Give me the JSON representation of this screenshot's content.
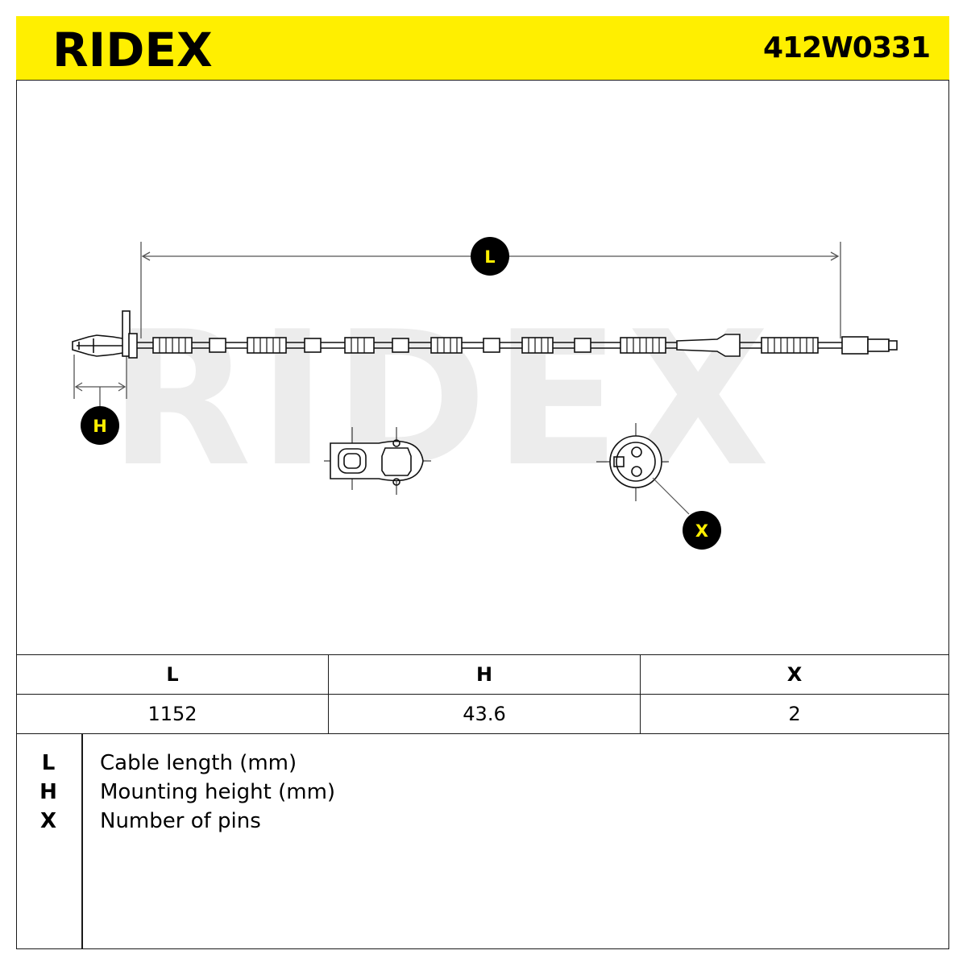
{
  "header": {
    "brand": "RIDEX",
    "part_number": "412W0331",
    "background_color": "#ffef00"
  },
  "drawing": {
    "watermark": "RIDEX",
    "badges": {
      "length": "L",
      "height": "H",
      "pins": "X"
    }
  },
  "spec_table": {
    "headers": [
      "L",
      "H",
      "X"
    ],
    "values": [
      "1152",
      "43.6",
      "2"
    ]
  },
  "legend": [
    {
      "key": "L",
      "description": "Cable length (mm)"
    },
    {
      "key": "H",
      "description": "Mounting height (mm)"
    },
    {
      "key": "X",
      "description": "Number of pins"
    }
  ]
}
